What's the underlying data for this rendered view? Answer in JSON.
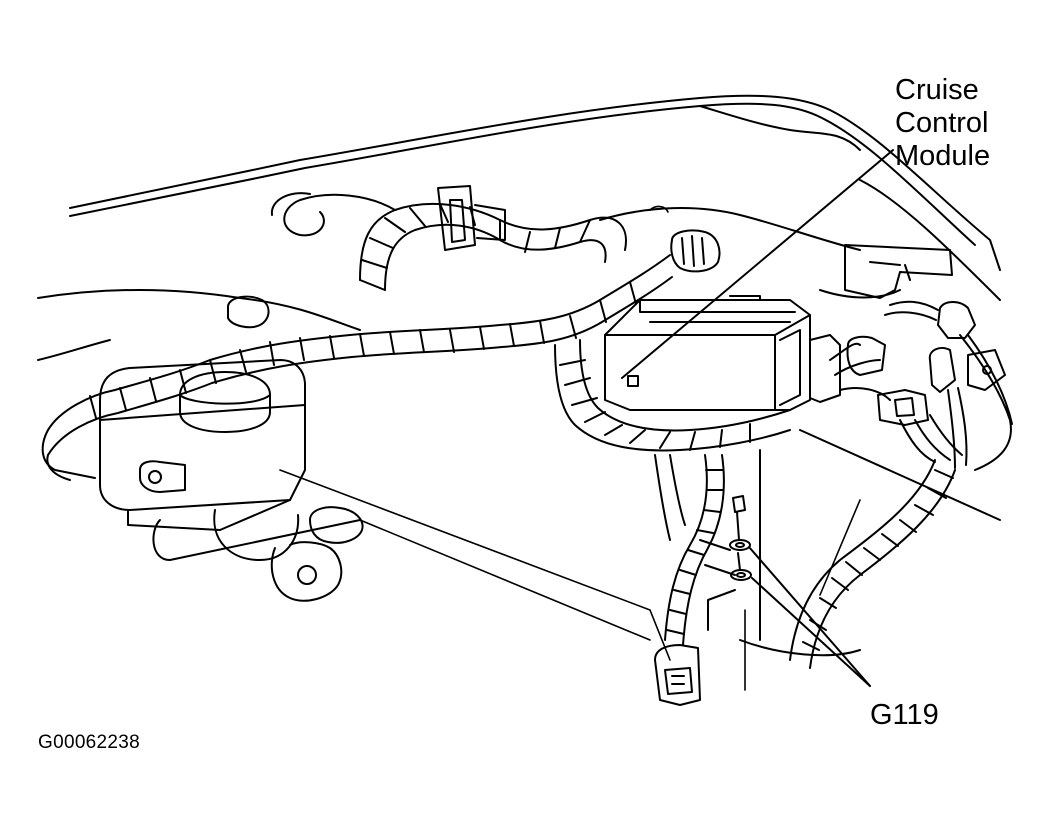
{
  "diagram": {
    "callouts": {
      "cruise_control_module": [
        "Cruise",
        "Control",
        "Module"
      ],
      "ground": "G119"
    },
    "figure_id": "G00062238"
  }
}
